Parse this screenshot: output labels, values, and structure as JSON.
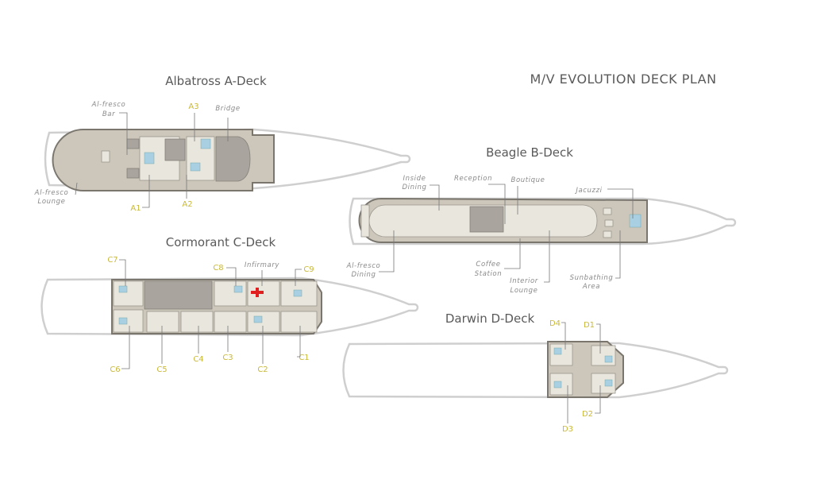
{
  "title": "M/V EVOLUTION DECK PLAN",
  "decks": {
    "a": {
      "name": "Albatross A-Deck",
      "labels": {
        "bar_1": "Al-fresco",
        "bar_2": "Bar",
        "bridge": "Bridge",
        "lounge_1": "Al-fresco",
        "lounge_2": "Lounge"
      },
      "cabins": [
        "A1",
        "A2",
        "A3"
      ]
    },
    "b": {
      "name": "Beagle B-Deck",
      "labels": {
        "inside_dining_1": "Inside",
        "inside_dining_2": "Dining",
        "reception": "Reception",
        "boutique": "Boutique",
        "jacuzzi": "Jacuzzi",
        "alfresco_dining_1": "Al-fresco",
        "alfresco_dining_2": "Dining",
        "coffee_1": "Coffee",
        "coffee_2": "Station",
        "interior_lounge_1": "Interior",
        "interior_lounge_2": "Lounge",
        "sunbathing_1": "Sunbathing",
        "sunbathing_2": "Area"
      }
    },
    "c": {
      "name": "Cormorant C-Deck",
      "labels": {
        "infirmary": "Infirmary"
      },
      "cabins": [
        "C1",
        "C2",
        "C3",
        "C4",
        "C5",
        "C6",
        "C7",
        "C8",
        "C9"
      ]
    },
    "d": {
      "name": "Darwin D-Deck",
      "cabins": [
        "D1",
        "D2",
        "D3",
        "D4"
      ]
    }
  },
  "colors": {
    "deck": "#cdc7bb",
    "cabin_label": "#c9b93a",
    "pool": "#a9cfe3",
    "infirmary_cross": "#e02020"
  }
}
